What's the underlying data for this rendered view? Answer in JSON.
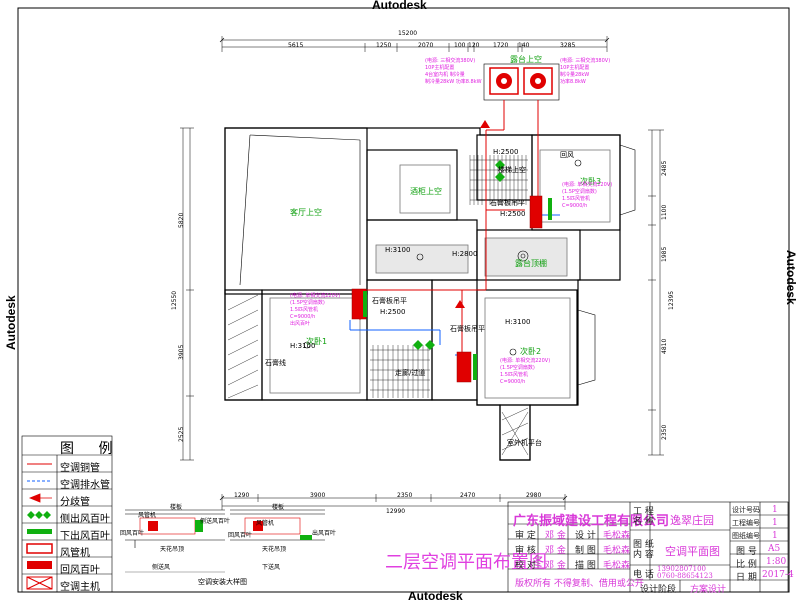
{
  "watermarks": {
    "top": "Autodesk",
    "bottom": "Autodesk",
    "left": "Autodesk",
    "right": "Autodesk"
  },
  "dims_top": {
    "total": "15200",
    "segments": [
      "5615",
      "1250",
      "2070",
      "100",
      "120",
      "1720",
      "140",
      "3285"
    ]
  },
  "dims_bottom": {
    "total": "12990",
    "segments": [
      "1290",
      "3900",
      "2350",
      "2470",
      "2980"
    ]
  },
  "dims_left": {
    "total": "12550",
    "segments": [
      "5820",
      "3905",
      "2525"
    ]
  },
  "dims_right": {
    "total": "12395",
    "segments": [
      "2485",
      "1100",
      "1985",
      "4810",
      "2350"
    ]
  },
  "rooms": {
    "living": "客厅上空",
    "wine": "酒柜上空",
    "outdoor": "露台上空",
    "sunroom": "露台顶棚",
    "bedroom1": "次卧1",
    "bedroom2": "次卧2",
    "bedroom3": "次卧3",
    "corridor": "走廊/过道",
    "stair": "楼梯上空",
    "plate1": "石膏板吊平",
    "plate2": "石膏板吊平",
    "plate3": "石膏板吊平",
    "h3100a": "H:3100",
    "h2800": "H:2800",
    "h2500a": "H:2500",
    "h2500b": "H:2500",
    "h3100b": "H:3100",
    "h3100c": "H:3100",
    "h2500c": "H:2500",
    "hui": "回风",
    "lower": "石膏线",
    "outdoor_unit": "室外机平台"
  },
  "legend": {
    "title": "图 例",
    "items": [
      "空调铜管",
      "空调排水管",
      "分歧管",
      "侧出风百叶",
      "下出风百叶",
      "风管机",
      "回风百叶",
      "空调主机"
    ]
  },
  "detail": {
    "label1": "侧送风",
    "label2": "下送风",
    "caption": "空调安装大样图",
    "a": "风管机",
    "b": "回风百叶",
    "c": "侧送风百叶",
    "d": "风管机",
    "e": "回风百叶",
    "f": "出风百叶",
    "g": "天花吊顶",
    "h": "天花吊顶",
    "i": "楼板",
    "j": "楼板"
  },
  "plan_title": "二层空调平面布置图",
  "title_block": {
    "company": "广东振域建设工程有限公司",
    "project_label": "工 程\n名 称",
    "project_name": "逸翠庄园",
    "drawing_label": "图 纸\n内 容",
    "drawing_name": "空调平面图",
    "phone_label": "电 话",
    "phone1": "13902807100",
    "phone2": "0760-88654123",
    "rows": [
      [
        "审 定",
        "邓 金",
        "设 计",
        "毛松森"
      ],
      [
        "审 核",
        "邓 金",
        "制 图",
        "毛松森"
      ],
      [
        "校 对",
        "邓 金",
        "描 图",
        "毛松森"
      ]
    ],
    "right_labels": [
      "设计号码",
      "工程编号",
      "图纸编号",
      "图 号",
      "比 例",
      "日 期"
    ],
    "right_values": [
      "1",
      "1",
      "1",
      "A5",
      "1:80",
      "2017-4"
    ],
    "copyright": "版权所有 不得复制、借用或公开",
    "stage_label": "设计阶段",
    "stage_value": "方案设计"
  },
  "notes": {
    "n1": "(电源: 三相交流380V)\n10P主机配置\n4台室内机 制冷量\n制冷量28kW 功率8.8kW",
    "n2": "(电源: 三相交流380V)\n10P主机配置\n制冷量28kW\n功率8.8kW",
    "n3": "(电源: 单相交流220V)\n(1.5P空调扇数)\n1.5匹风管机\nC=9000/h\n出风百叶",
    "n4": "(电源: 单相交流220V)\n(1.5P空调扇数)\n1.5匹风管机\nC=9000/h",
    "n5": "(电源: 单相交流220V)\n(1.5P空调扇数)\n1.5匹风管机\nC=9000/h"
  },
  "colors": {
    "line": "#000000",
    "pipe_red": "#e00000",
    "pipe_blue": "#1060ff",
    "grass_green": "#10b010",
    "magenta": "#e020e0",
    "dim_grid": "#000000"
  }
}
